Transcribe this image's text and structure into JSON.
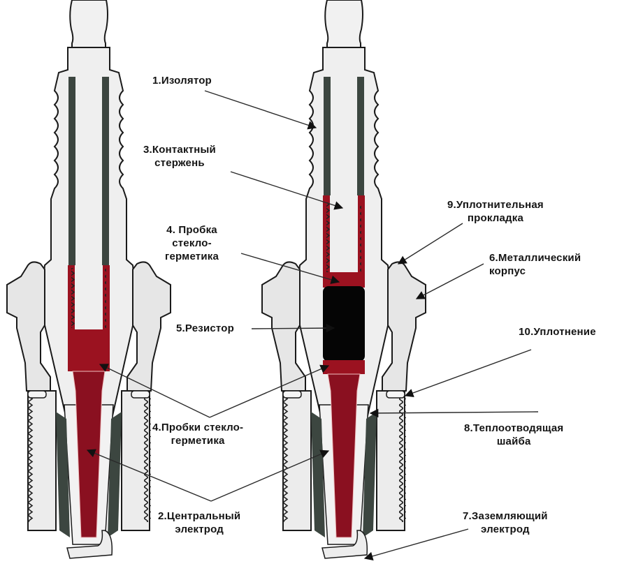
{
  "colors": {
    "outline": "#1a1a1a",
    "ceramic": "#eeeeee",
    "metal": "#e4e4e4",
    "conductor": "#9b1220",
    "conductor_dark": "#7a0d18",
    "seal_dark": "#3c4640",
    "resistor": "#050505",
    "background": "#ffffff"
  },
  "plugs": [
    {
      "name": "plug-without-resistor"
    },
    {
      "name": "plug-with-resistor"
    }
  ],
  "labels": {
    "insulator": {
      "lines": [
        "1.Изолятор"
      ]
    },
    "contact_rod": {
      "lines": [
        "3.Контактный",
        "стержень"
      ]
    },
    "glass_seal_plug": {
      "lines": [
        "4. Пробка",
        "стекло-",
        "герметика"
      ]
    },
    "resistor": {
      "lines": [
        "5.Резистор"
      ]
    },
    "sealing_gasket": {
      "lines": [
        "9.Уплотнительная",
        "прокладка"
      ]
    },
    "metal_body": {
      "lines": [
        "6.Металлический",
        "корпус"
      ]
    },
    "seal": {
      "lines": [
        "10.Уплотнение"
      ]
    },
    "glass_seal_plugs": {
      "lines": [
        "4.Пробки стекло-",
        "герметика"
      ]
    },
    "heat_washer": {
      "lines": [
        "8.Теплоотводящая",
        "шайба"
      ]
    },
    "center_electrode": {
      "lines": [
        "2.Центральный",
        "электрод"
      ]
    },
    "ground_electrode": {
      "lines": [
        "7.Заземляющий",
        "электрод"
      ]
    }
  }
}
